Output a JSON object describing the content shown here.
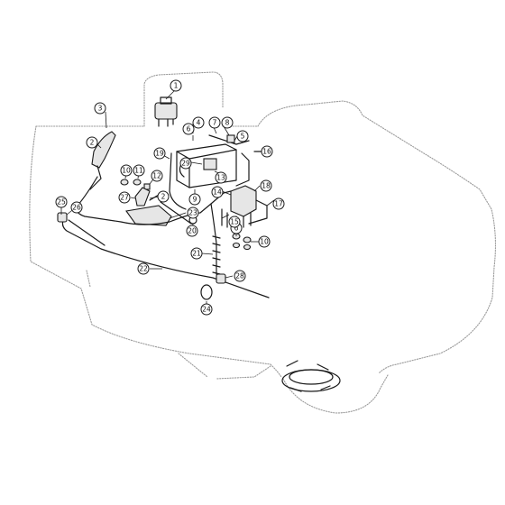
{
  "callouts": [
    {
      "id": "c1",
      "label": "1"
    },
    {
      "id": "c2a",
      "label": "2"
    },
    {
      "id": "c2b",
      "label": "2"
    },
    {
      "id": "c3",
      "label": "3"
    },
    {
      "id": "c4",
      "label": "4"
    },
    {
      "id": "c5",
      "label": "5"
    },
    {
      "id": "c6a",
      "label": "6"
    },
    {
      "id": "c6b",
      "label": "6"
    },
    {
      "id": "c7",
      "label": "7"
    },
    {
      "id": "c8",
      "label": "8"
    },
    {
      "id": "c9",
      "label": "9"
    },
    {
      "id": "c10a",
      "label": "10"
    },
    {
      "id": "c10b",
      "label": "10"
    },
    {
      "id": "c11",
      "label": "11"
    },
    {
      "id": "c12",
      "label": "12"
    },
    {
      "id": "c13",
      "label": "13"
    },
    {
      "id": "c14",
      "label": "14"
    },
    {
      "id": "c15",
      "label": "15"
    },
    {
      "id": "c16",
      "label": "16"
    },
    {
      "id": "c17",
      "label": "17"
    },
    {
      "id": "c18",
      "label": "18"
    },
    {
      "id": "c19",
      "label": "19"
    },
    {
      "id": "c20",
      "label": "20"
    },
    {
      "id": "c21",
      "label": "21"
    },
    {
      "id": "c22",
      "label": "22"
    },
    {
      "id": "c23",
      "label": "23"
    },
    {
      "id": "c24",
      "label": "24"
    },
    {
      "id": "c25",
      "label": "25"
    },
    {
      "id": "c26",
      "label": "26"
    },
    {
      "id": "c27",
      "label": "27"
    },
    {
      "id": "c28",
      "label": "28"
    },
    {
      "id": "c29",
      "label": "29"
    }
  ]
}
